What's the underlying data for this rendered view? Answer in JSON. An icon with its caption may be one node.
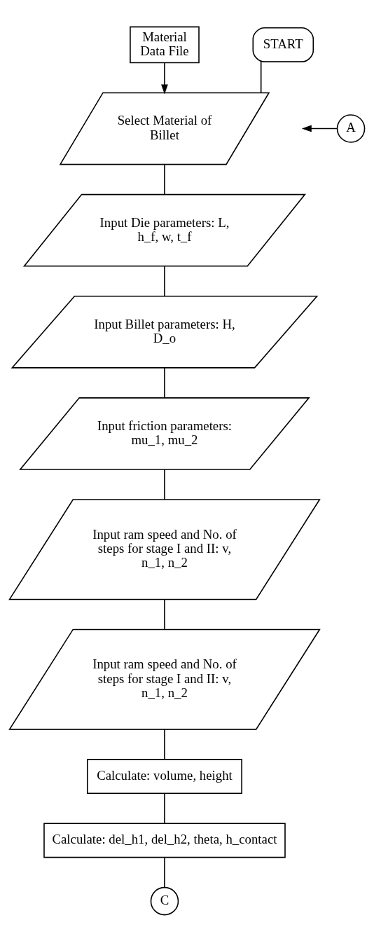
{
  "diagram": {
    "nodes": [
      {
        "text": [
          "START"
        ]
      },
      {
        "text": [
          "A"
        ]
      },
      {
        "text": [
          "Material Data File"
        ]
      },
      {
        "text": [
          "Select Material of Billet"
        ]
      },
      {
        "text": [
          "Input Die parameters: L, h_f, w, t_f"
        ]
      },
      {
        "text": [
          "Input Billet parameters: H, D_o"
        ]
      },
      {
        "text": [
          "Input friction parameters: mu_1, mu_2"
        ]
      },
      {
        "text": [
          "Input ram speed and No. of steps for stage I and II: v, n_1, n_2"
        ]
      },
      {
        "text": [
          "Input ram speed and No. of steps for stage I and II: v, n_1, n_2"
        ]
      },
      {
        "text": [
          "Calculate: volume, height"
        ]
      },
      {
        "text": [
          "Calculate: del_h1, del_h2, theta, h_contact"
        ]
      },
      {
        "text": [
          "C"
        ]
      }
    ],
    "edges": [
      {
        "from": 0,
        "to": 3,
        "arrow": "none"
      },
      {
        "from": 1,
        "to": null,
        "arrow": "to"
      },
      {
        "from": 2,
        "to": 3,
        "arrow": "to"
      },
      {
        "from": 3,
        "to": 4,
        "arrow": "none"
      },
      {
        "from": 4,
        "to": 5,
        "arrow": "none"
      },
      {
        "from": 5,
        "to": 6,
        "arrow": "none"
      },
      {
        "from": 6,
        "to": 7,
        "arrow": "none"
      },
      {
        "from": 7,
        "to": 8,
        "arrow": "none"
      },
      {
        "from": 8,
        "to": 9,
        "arrow": "none"
      },
      {
        "from": 9,
        "to": 10,
        "arrow": "none"
      },
      {
        "from": 10,
        "to": 11,
        "arrow": "none"
      }
    ]
  }
}
